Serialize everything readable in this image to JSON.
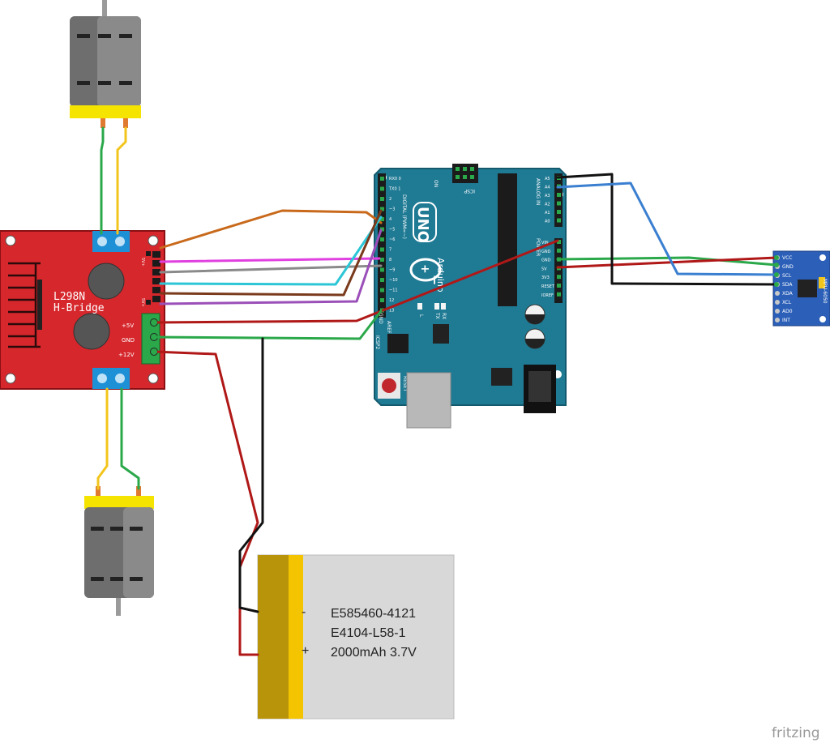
{
  "hbridge": {
    "title_line1": "L298N",
    "title_line2": "H-Bridge",
    "pin_5v": "+5V",
    "pin_gnd": "GND",
    "pin_12v": "+12V",
    "jumper_label_top": "5V+",
    "jumper_label_bottom": "5V+"
  },
  "arduino": {
    "digital_label": "DIGITAL (PWM=~)",
    "analog_label": "ANALOG IN",
    "power_label": "POWER",
    "uno_label": "UNO",
    "brand_label": "Arduino",
    "icsp_label": "ICSP",
    "icsp2_label": "ICSP2",
    "reset_label": "RESET",
    "aref_label": "AREF",
    "gnd_label": "GND",
    "l_label": "L",
    "tx_label": "TX",
    "rx_label": "RX",
    "on_label": "ON",
    "digital_pins": [
      "RX0 0",
      "TX0 1",
      "2",
      "~3",
      "4",
      "~5",
      "~6",
      "7",
      "8",
      "~9",
      "~10",
      "~11",
      "12",
      "13"
    ],
    "analog_pins": [
      "A5",
      "A4",
      "A3",
      "A2",
      "A1",
      "A0"
    ],
    "power_pins": [
      "VIN",
      "GND",
      "GND",
      "5V",
      "3V3",
      "RESET",
      "IOREF"
    ]
  },
  "mpu": {
    "name": "MPU-6050",
    "pins": [
      "VCC",
      "GND",
      "SCL",
      "SDA",
      "XDA",
      "XCL",
      "AD0",
      "INT"
    ]
  },
  "battery": {
    "minus": "-",
    "plus": "+",
    "line1": "E585460-4121",
    "line2": "E4104-L58-1",
    "line3": "2000mAh 3.7V"
  },
  "watermark": "fritzing",
  "colors": {
    "board_red": "#d6272c",
    "arduino_teal": "#1f7a94",
    "motor_yellow": "#f5e400",
    "terminal_blue": "#1e90d6",
    "wire_orange": "#c8691b",
    "wire_magenta": "#e040e0",
    "wire_grey": "#8a8a8a",
    "wire_cyan": "#2cc6d6",
    "wire_brown": "#7a3a1c",
    "wire_purple": "#9b4fb8",
    "wire_red": "#b01818",
    "wire_green": "#2aa84a",
    "wire_black": "#111111",
    "wire_blue": "#3a7fd0",
    "wire_yellow": "#f2c51c"
  }
}
